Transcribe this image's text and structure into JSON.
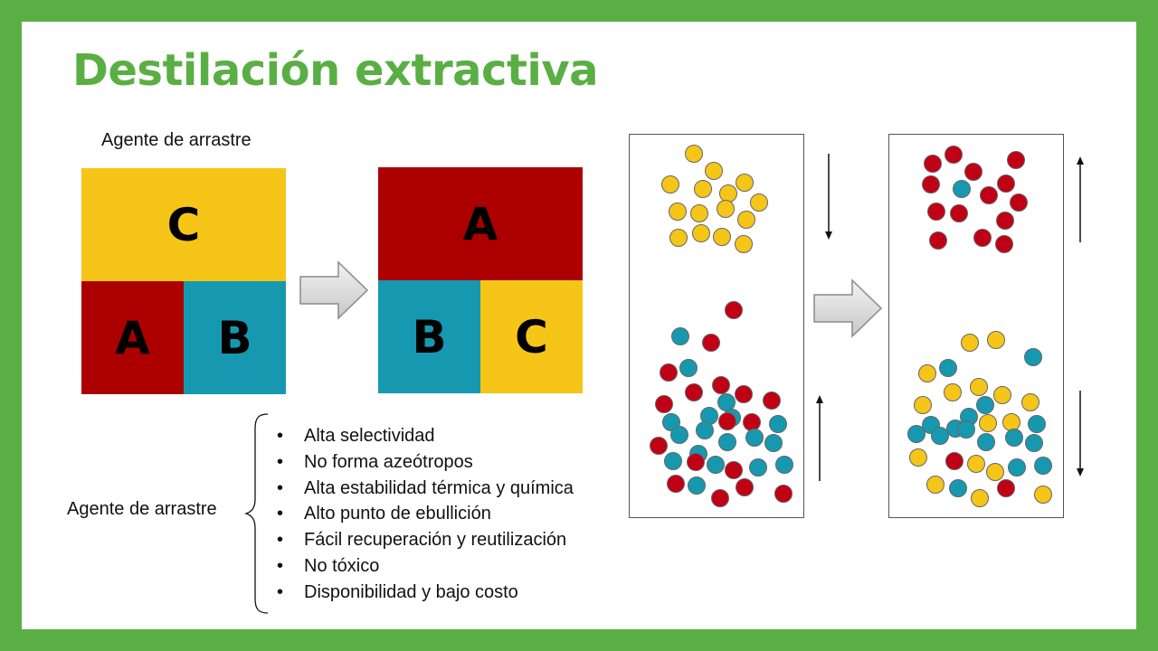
{
  "title": "Destilación extractiva",
  "agent_label_top": "Agente de arrastre",
  "left_diagram": {
    "before": {
      "top": "C",
      "bottom_left": "A",
      "bottom_right": "B"
    },
    "after": {
      "top": "A",
      "bottom_left": "B",
      "bottom_right": "C"
    }
  },
  "agent_label_bottom": "Agente de arrastre",
  "properties": [
    "Alta selectividad",
    "No forma azeótropos",
    "Alta estabilidad térmica y química",
    "Alto punto de ebullición",
    "Fácil recuperación y reutilización",
    "No tóxico",
    "Disponibilidad y bajo costo"
  ],
  "colors": {
    "brand_green": "#5aaf44",
    "component_A": "#ac0000",
    "component_B": "#1699b0",
    "component_C": "#f5c518"
  }
}
